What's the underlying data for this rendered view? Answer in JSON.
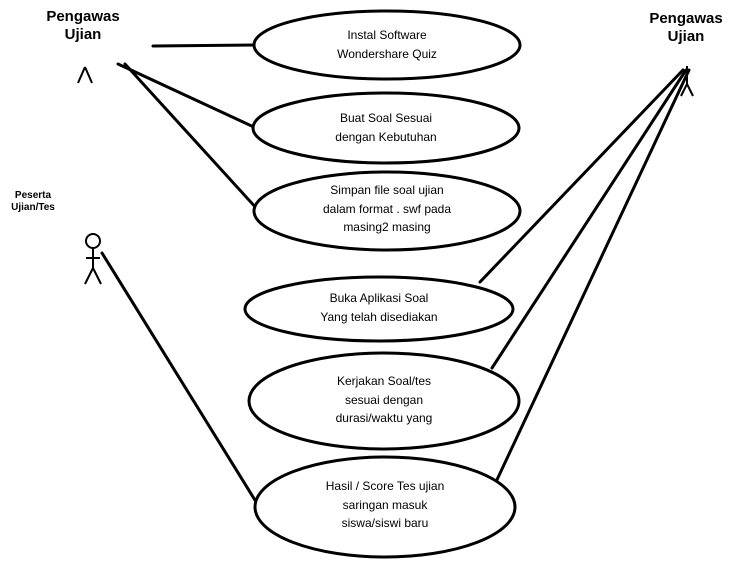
{
  "actors": {
    "left_supervisor": {
      "label_line1": "Pengawas",
      "label_line2": "Ujian"
    },
    "right_supervisor": {
      "label_line1": "Pengawas",
      "label_line2": "Ujian"
    },
    "participant": {
      "label_line1": "Peserta",
      "label_line2": "Ujian/Tes"
    }
  },
  "use_cases": [
    {
      "lines": [
        "Instal Software",
        "Wondershare Quiz"
      ]
    },
    {
      "lines": [
        "Buat Soal Sesuai",
        "dengan Kebutuhan"
      ]
    },
    {
      "lines": [
        "Simpan file soal ujian",
        "dalam format . swf pada",
        "masing2 masing"
      ]
    },
    {
      "lines": [
        "Buka Aplikasi  Soal",
        "Yang telah disediakan"
      ]
    },
    {
      "lines": [
        "Kerjakan Soal/tes",
        "sesuai dengan",
        "durasi/waktu yang"
      ]
    },
    {
      "lines": [
        "Hasil / Score Tes ujian",
        "saringan masuk",
        "siswa/siswi baru"
      ]
    }
  ],
  "colors": {
    "stroke": "#000000",
    "background": "#ffffff",
    "text": "#000000"
  }
}
